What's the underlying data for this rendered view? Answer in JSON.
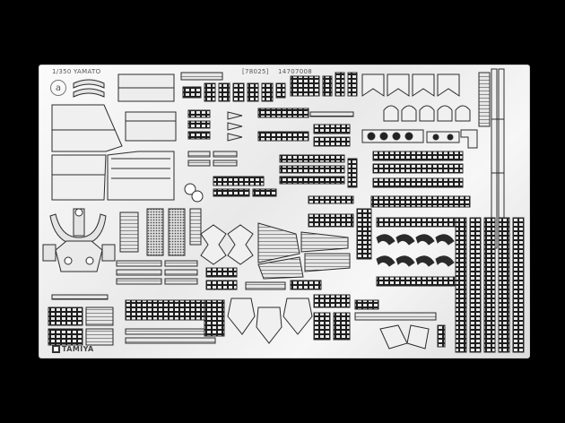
{
  "fret": {
    "scale": "1/350",
    "ship": "YAMATO",
    "code": "[78025]",
    "part_no": "14707008",
    "sheet_letter": "a",
    "brand": "TAMIYA"
  },
  "colors": {
    "background": "#000000",
    "metal": "#eeeeee",
    "etch_line": "#2b2b2b",
    "etch_fill": "#d6d6d6"
  }
}
